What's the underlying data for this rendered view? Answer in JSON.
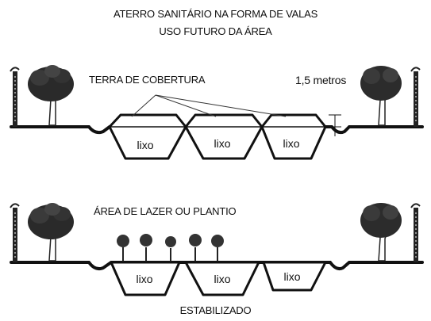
{
  "title": {
    "line1": "ATERRO SANITÁRIO NA FORMA DE VALAS",
    "line2": "USO FUTURO DA ÁREA"
  },
  "top_section": {
    "cover_label": "TERRA DE COBERTURA",
    "height_label": "1,5 metros",
    "trenches": [
      "lixo",
      "lixo",
      "lixo"
    ]
  },
  "bottom_section": {
    "use_label": "ÁREA DE LAZER OU PLANTIO",
    "trenches": [
      "lixo",
      "lixo",
      "lixo"
    ],
    "state_label": "ESTABILIZADO"
  }
}
